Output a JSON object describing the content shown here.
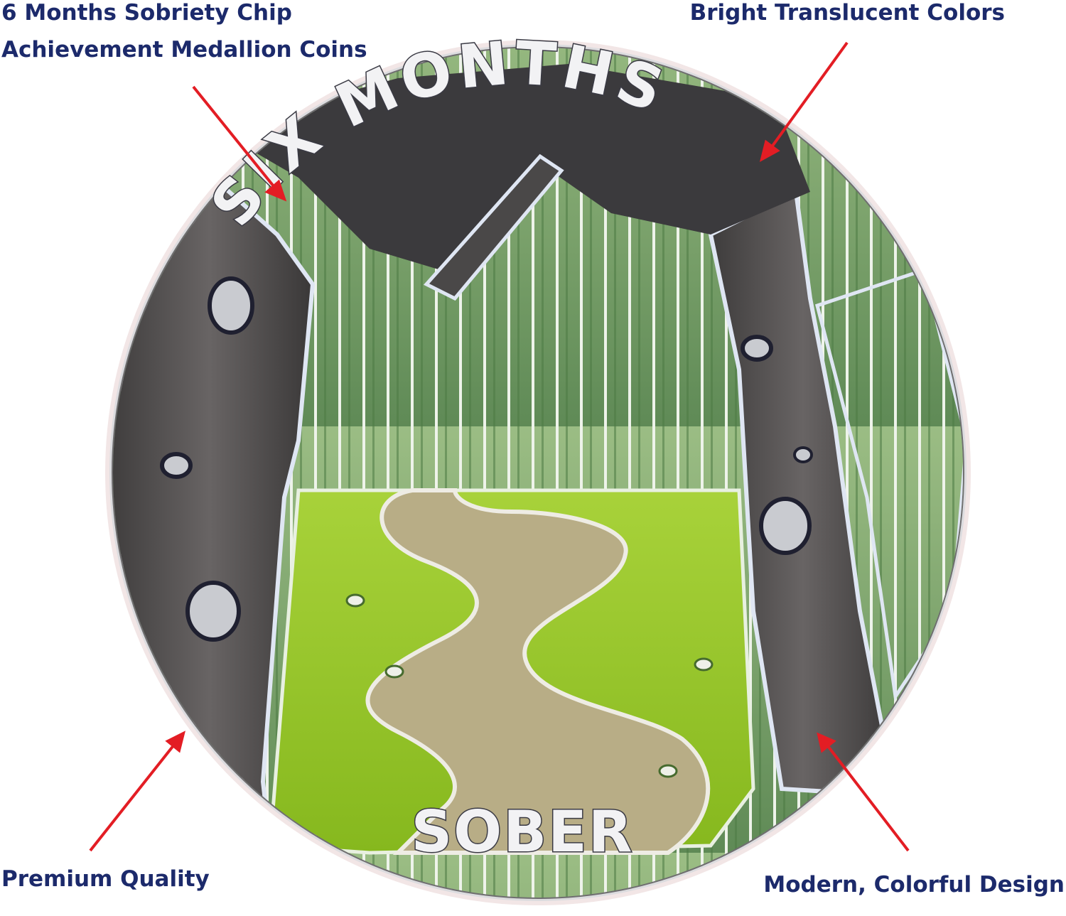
{
  "callouts": {
    "top_left": [
      "6 Months Sobriety Chip",
      "Achievement Medallion Coins"
    ],
    "top_right": "Bright Translucent Colors",
    "bottom_left": "Premium Quality",
    "bottom_right": "Modern, Colorful Design"
  },
  "coin": {
    "top_text": "SIX MONTHS",
    "bottom_text": "SOBER",
    "colors": {
      "rim": "#d9d9dd",
      "trees": "#4a4848",
      "forest": "#7ca06a",
      "grass": "#9ccc2e",
      "path": "#b8ad86",
      "arrow": "#e31d24",
      "callout_text": "#1c2a6b"
    }
  }
}
